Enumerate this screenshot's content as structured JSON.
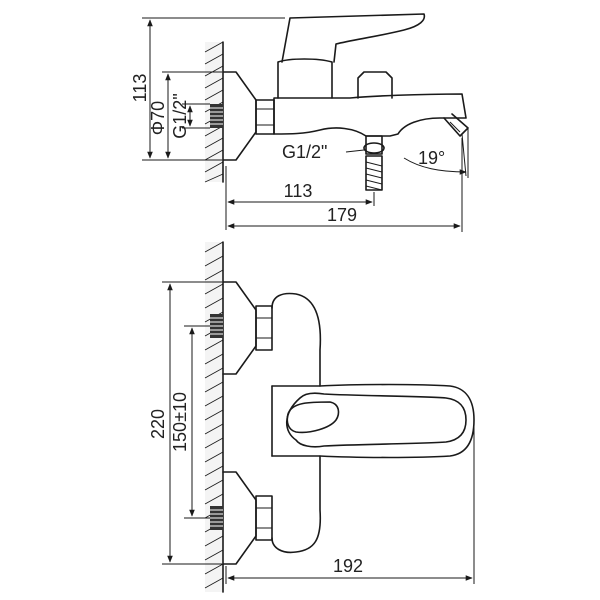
{
  "top_view": {
    "height_dim": "113",
    "diameter_dim": "Φ70",
    "inlet_thread": "G1/2\"",
    "outlet_thread": "G1/2\"",
    "depth_dim": "113",
    "length_dim": "179",
    "angle_dim": "19°"
  },
  "front_view": {
    "height_dim": "220",
    "centers_dim": "150±10",
    "length_dim": "192"
  }
}
